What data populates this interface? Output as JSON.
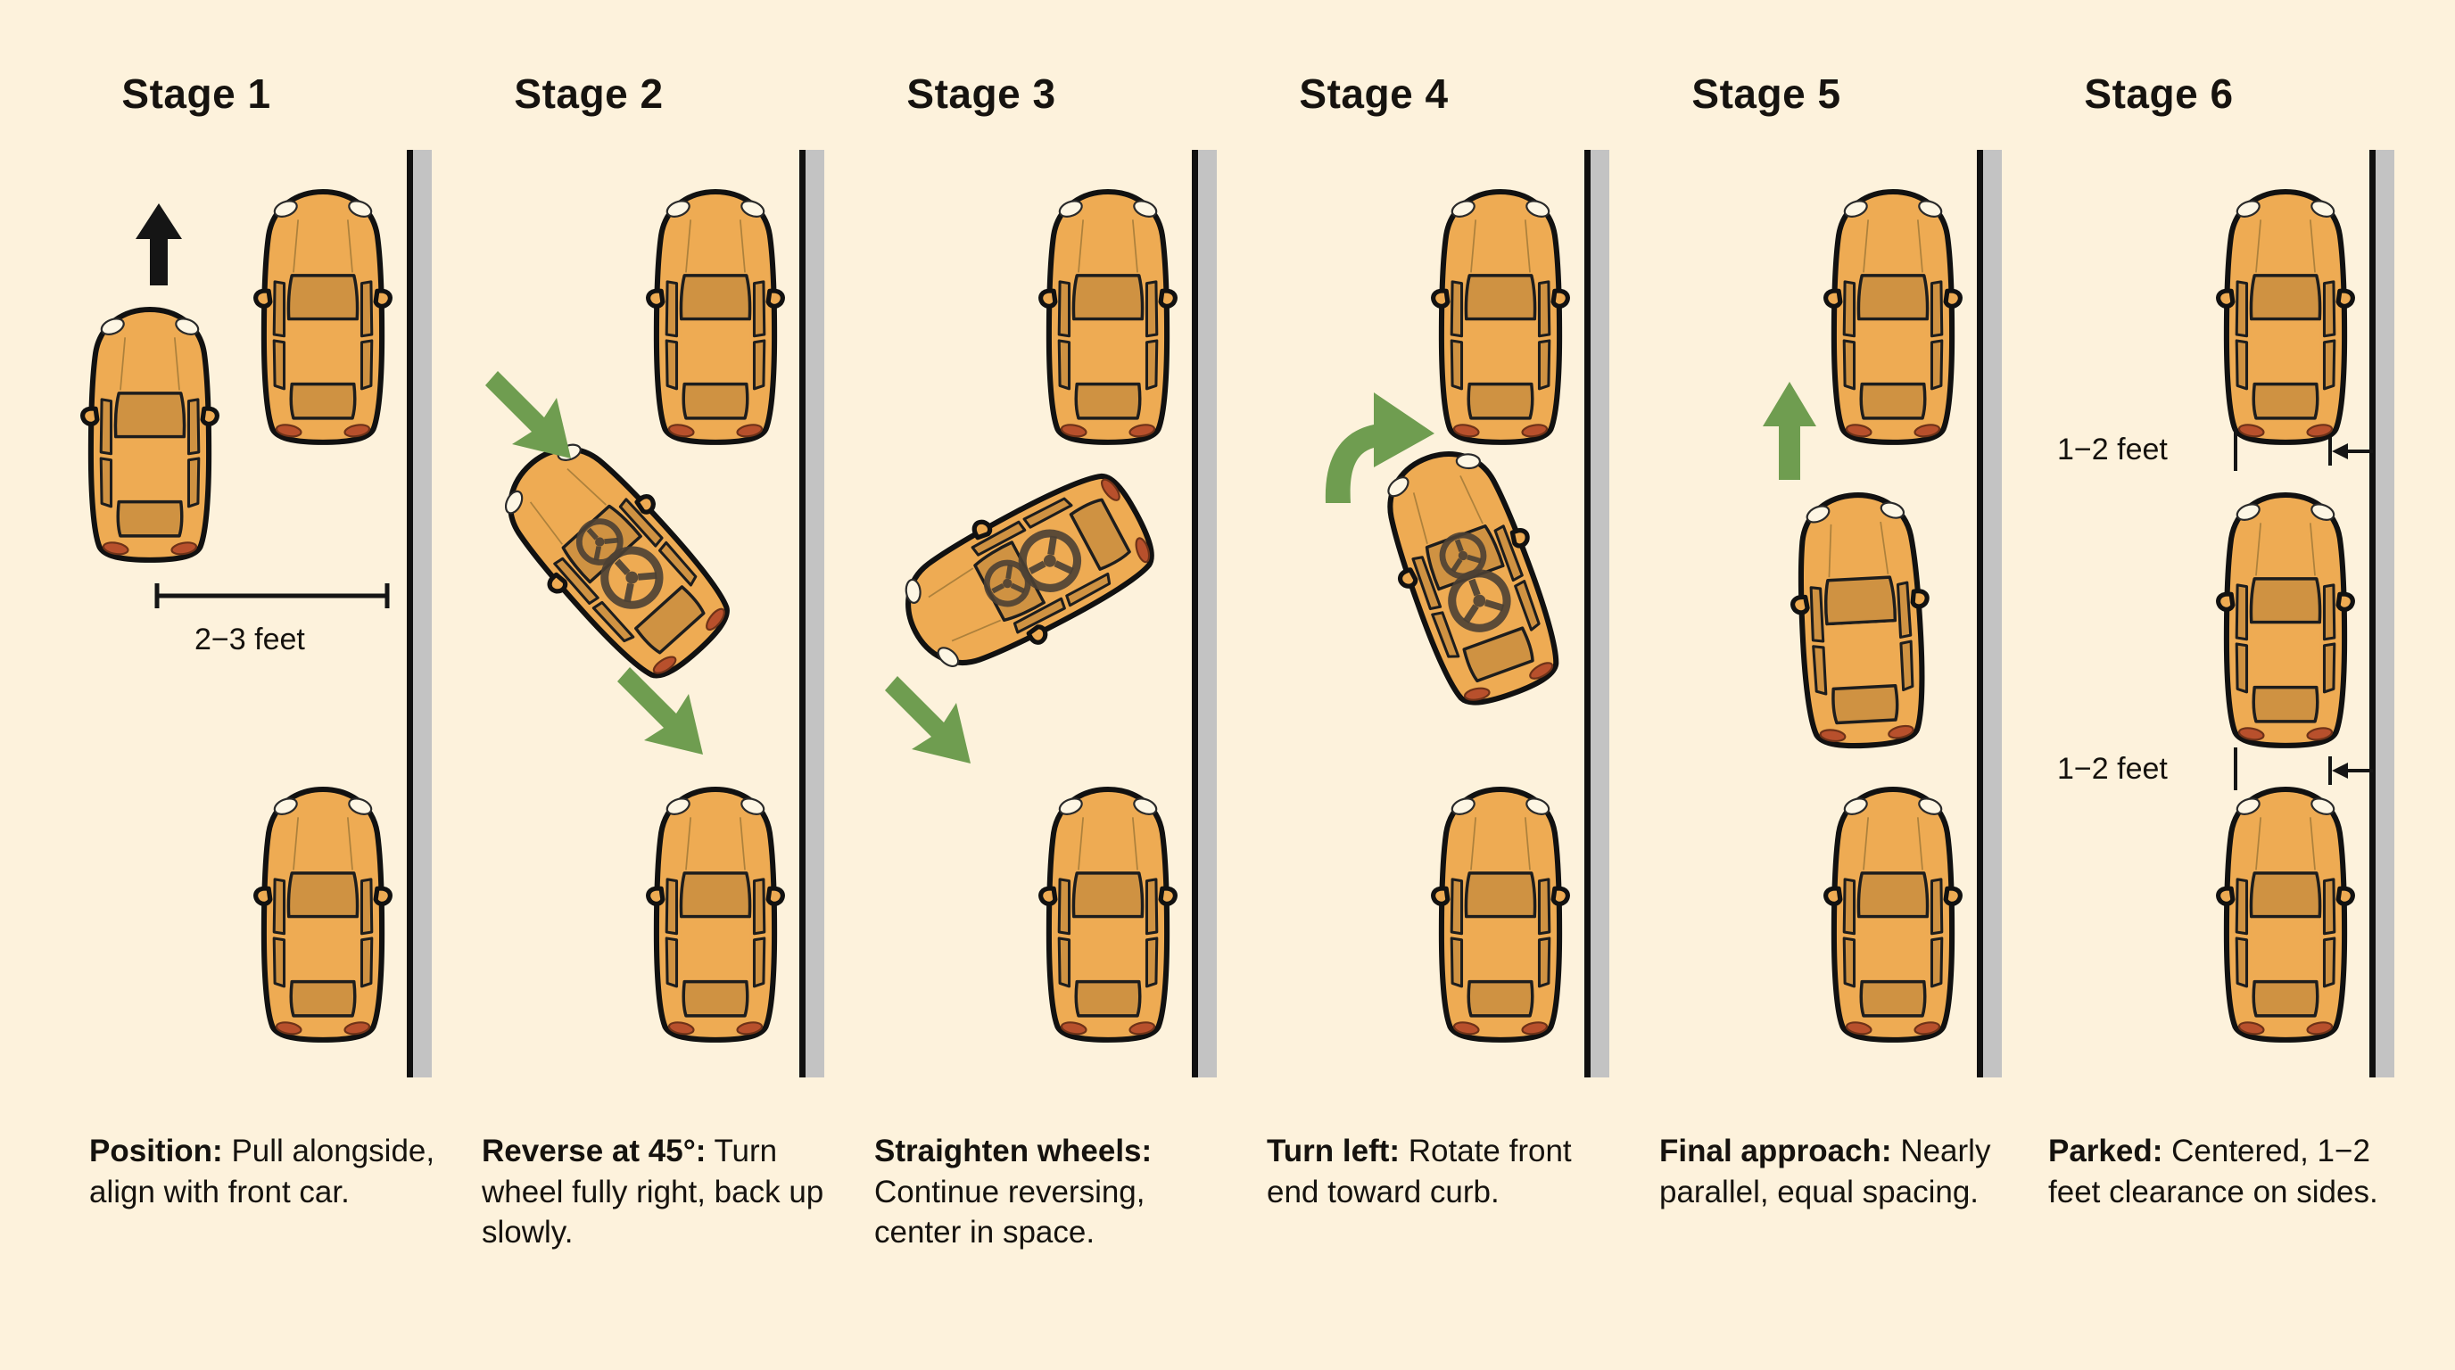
{
  "diagram": {
    "title_prefix": "Stage",
    "background_color": "#fdf2dc",
    "curb_color": "#c3c3c3",
    "car_colors": {
      "parked_car": "#4a90d4",
      "parked_car_dark": "#3b6f9e",
      "driver_car": "#eeab53",
      "driver_car_dark": "#cf9242",
      "arrow_green": "#6f9d50",
      "arrow_black": "#151515"
    }
  },
  "stages": [
    {
      "title": "Stage 1",
      "caption_bold": "Position:",
      "caption_rest": " Pull alongside, align with front car.",
      "annotation": "2−3 feet",
      "arrow_icon": "arrow-up-black"
    },
    {
      "title": "Stage 2",
      "caption_bold": "Reverse at 45°:",
      "caption_rest": " Turn wheel fully right, back up slowly.",
      "arrow_icon": "arrow-diagonal-green"
    },
    {
      "title": "Stage 3",
      "caption_bold": "Straighten wheels:",
      "caption_rest": " Continue reversing, center in space.",
      "arrow_icon": "arrow-diagonal-green"
    },
    {
      "title": "Stage 4",
      "caption_bold": "Turn left:",
      "caption_rest": " Rotate front end toward curb.",
      "arrow_icon": "arrow-curved-green"
    },
    {
      "title": "Stage 5",
      "caption_bold": "Final approach:",
      "caption_rest": " Nearly parallel, equal spacing.",
      "arrow_icon": "arrow-up-green"
    },
    {
      "title": "Stage 6",
      "caption_bold": "Parked:",
      "caption_rest": " Centered, 1−2 feet clearance on sides.",
      "annotation_top": "1−2 feet",
      "annotation_bottom": "1−2 feet"
    }
  ]
}
